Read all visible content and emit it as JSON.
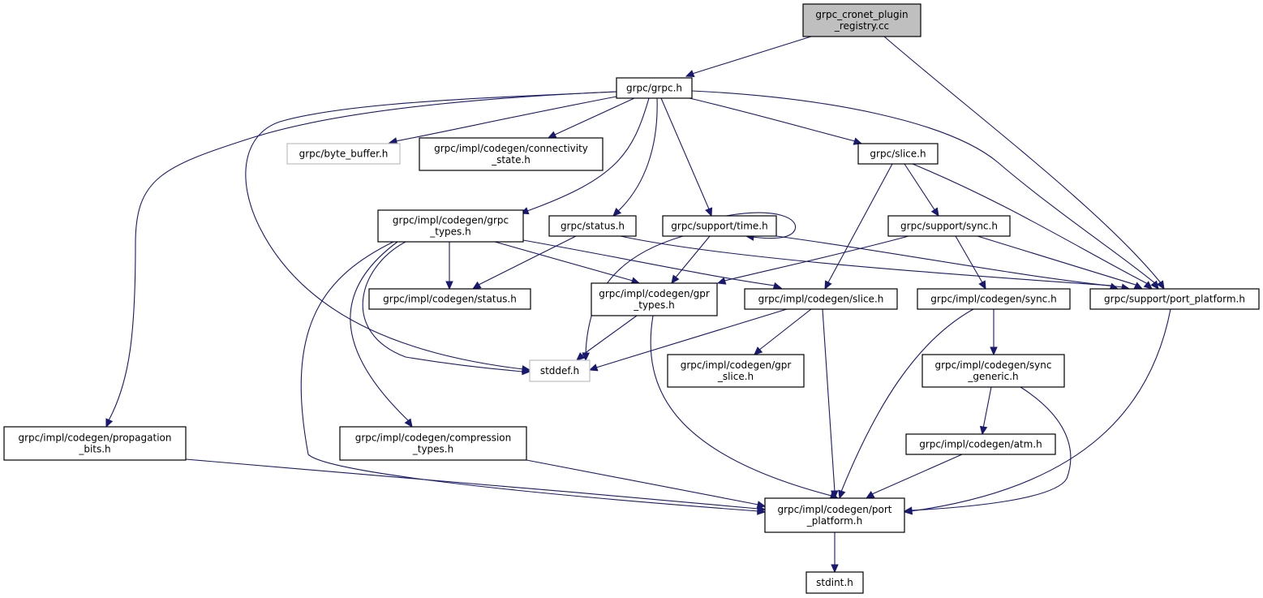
{
  "diagram": {
    "type": "include-dependency-graph",
    "edge_color": "#191970",
    "root_fill": "#bfbfbf",
    "external_border": "#bfbfbf",
    "nodes": [
      {
        "id": "root",
        "lines": [
          "grpc_cronet_plugin",
          "_registry.cc"
        ],
        "kind": "root"
      },
      {
        "id": "grpc_h",
        "lines": [
          "grpc/grpc.h"
        ],
        "kind": "normal"
      },
      {
        "id": "byte_buffer",
        "lines": [
          "grpc/byte_buffer.h"
        ],
        "kind": "external"
      },
      {
        "id": "connectivity",
        "lines": [
          "grpc/impl/codegen/connectivity",
          "_state.h"
        ],
        "kind": "normal"
      },
      {
        "id": "slice_h",
        "lines": [
          "grpc/slice.h"
        ],
        "kind": "normal"
      },
      {
        "id": "grpc_types",
        "lines": [
          "grpc/impl/codegen/grpc",
          "_types.h"
        ],
        "kind": "normal"
      },
      {
        "id": "status_h",
        "lines": [
          "grpc/status.h"
        ],
        "kind": "normal"
      },
      {
        "id": "time_h",
        "lines": [
          "grpc/support/time.h"
        ],
        "kind": "normal"
      },
      {
        "id": "sync_h",
        "lines": [
          "grpc/support/sync.h"
        ],
        "kind": "normal"
      },
      {
        "id": "cg_status",
        "lines": [
          "grpc/impl/codegen/status.h"
        ],
        "kind": "normal"
      },
      {
        "id": "gpr_types",
        "lines": [
          "grpc/impl/codegen/gpr",
          "_types.h"
        ],
        "kind": "normal"
      },
      {
        "id": "cg_slice",
        "lines": [
          "grpc/impl/codegen/slice.h"
        ],
        "kind": "normal"
      },
      {
        "id": "cg_sync",
        "lines": [
          "grpc/impl/codegen/sync.h"
        ],
        "kind": "normal"
      },
      {
        "id": "sup_port",
        "lines": [
          "grpc/support/port_platform.h"
        ],
        "kind": "normal"
      },
      {
        "id": "stddef",
        "lines": [
          "stddef.h"
        ],
        "kind": "external"
      },
      {
        "id": "gpr_slice",
        "lines": [
          "grpc/impl/codegen/gpr",
          "_slice.h"
        ],
        "kind": "normal"
      },
      {
        "id": "sync_generic",
        "lines": [
          "grpc/impl/codegen/sync",
          "_generic.h"
        ],
        "kind": "normal"
      },
      {
        "id": "propagation",
        "lines": [
          "grpc/impl/codegen/propagation",
          "_bits.h"
        ],
        "kind": "normal"
      },
      {
        "id": "compression",
        "lines": [
          "grpc/impl/codegen/compression",
          "_types.h"
        ],
        "kind": "normal"
      },
      {
        "id": "atm",
        "lines": [
          "grpc/impl/codegen/atm.h"
        ],
        "kind": "normal"
      },
      {
        "id": "cg_port",
        "lines": [
          "grpc/impl/codegen/port",
          "_platform.h"
        ],
        "kind": "normal"
      },
      {
        "id": "stdint",
        "lines": [
          "stdint.h"
        ],
        "kind": "normal"
      }
    ],
    "edges": [
      [
        "root",
        "grpc_h"
      ],
      [
        "root",
        "sup_port"
      ],
      [
        "grpc_h",
        "byte_buffer"
      ],
      [
        "grpc_h",
        "connectivity"
      ],
      [
        "grpc_h",
        "slice_h"
      ],
      [
        "grpc_h",
        "grpc_types"
      ],
      [
        "grpc_h",
        "status_h"
      ],
      [
        "grpc_h",
        "time_h"
      ],
      [
        "grpc_h",
        "sup_port"
      ],
      [
        "grpc_h",
        "stddef"
      ],
      [
        "grpc_h",
        "propagation"
      ],
      [
        "slice_h",
        "sync_h"
      ],
      [
        "slice_h",
        "cg_slice"
      ],
      [
        "slice_h",
        "sup_port"
      ],
      [
        "grpc_types",
        "cg_status"
      ],
      [
        "grpc_types",
        "gpr_types"
      ],
      [
        "grpc_types",
        "cg_slice"
      ],
      [
        "grpc_types",
        "stddef"
      ],
      [
        "grpc_types",
        "compression"
      ],
      [
        "grpc_types",
        "cg_port"
      ],
      [
        "status_h",
        "cg_status"
      ],
      [
        "status_h",
        "sup_port"
      ],
      [
        "time_h",
        "time_h"
      ],
      [
        "time_h",
        "gpr_types"
      ],
      [
        "time_h",
        "stddef"
      ],
      [
        "time_h",
        "sup_port"
      ],
      [
        "sync_h",
        "gpr_types"
      ],
      [
        "sync_h",
        "cg_sync"
      ],
      [
        "sync_h",
        "sup_port"
      ],
      [
        "gpr_types",
        "stddef"
      ],
      [
        "gpr_types",
        "cg_port"
      ],
      [
        "cg_slice",
        "stddef"
      ],
      [
        "cg_slice",
        "gpr_slice"
      ],
      [
        "cg_slice",
        "cg_port"
      ],
      [
        "cg_sync",
        "sync_generic"
      ],
      [
        "cg_sync",
        "cg_port"
      ],
      [
        "sup_port",
        "cg_port"
      ],
      [
        "sync_generic",
        "atm"
      ],
      [
        "sync_generic",
        "cg_port"
      ],
      [
        "atm",
        "cg_port"
      ],
      [
        "propagation",
        "cg_port"
      ],
      [
        "compression",
        "cg_port"
      ],
      [
        "cg_port",
        "stdint"
      ]
    ]
  }
}
